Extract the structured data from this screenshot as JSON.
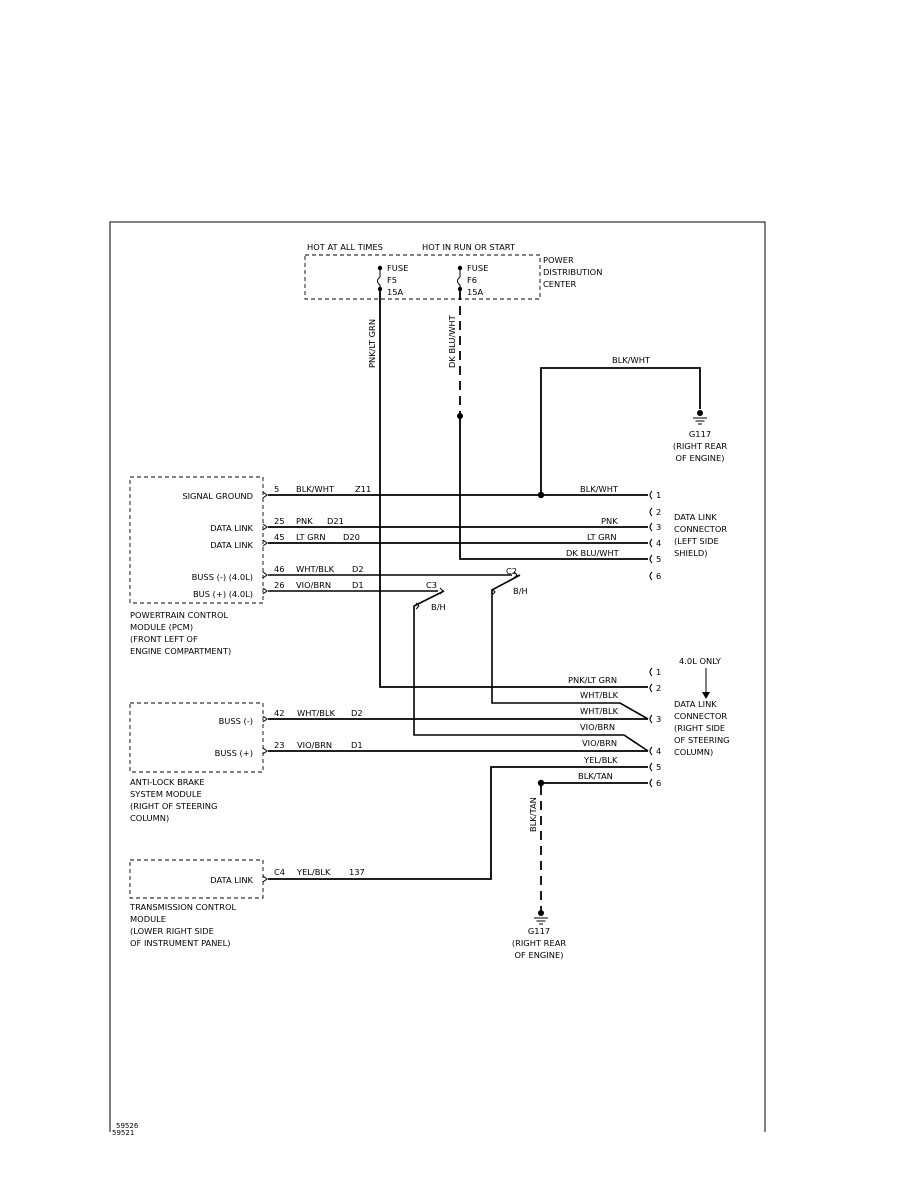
{
  "pdc": {
    "hot_at_all_times": "HOT AT ALL TIMES",
    "hot_in_run_or_start": "HOT IN RUN OR START",
    "title_line1": "POWER",
    "title_line2": "DISTRIBUTION",
    "title_line3": "CENTER",
    "fuse_f5": {
      "label": "FUSE",
      "id": "F5",
      "rating": "15A"
    },
    "fuse_f6": {
      "label": "FUSE",
      "id": "F6",
      "rating": "15A"
    }
  },
  "wires": {
    "pnk_lt_grn": "PNK/LT GRN",
    "dk_blu_wht": "DK BLU/WHT",
    "blk_wht": "BLK/WHT",
    "blk_tan": "BLK/TAN"
  },
  "ground_top": {
    "id": "G117",
    "line1": "(RIGHT REAR",
    "line2": "OF ENGINE)"
  },
  "ground_bottom": {
    "id": "G117",
    "line1": "(RIGHT REAR",
    "line2": "OF ENGINE)"
  },
  "pcm": {
    "pins": [
      {
        "name": "SIGNAL GROUND",
        "pin": "5",
        "color": "BLK/WHT",
        "circuit": "Z11"
      },
      {
        "name": "DATA LINK",
        "pin": "25",
        "color": "PNK",
        "circuit": "D21"
      },
      {
        "name": "DATA LINK",
        "pin": "45",
        "color": "LT GRN",
        "circuit": "D20"
      },
      {
        "name": "BUSS (-) (4.0L)",
        "pin": "46",
        "color": "WHT/BLK",
        "circuit": "D2"
      },
      {
        "name": "BUS (+) (4.0L)",
        "pin": "26",
        "color": "VIO/BRN",
        "circuit": "D1"
      }
    ],
    "caption": [
      "POWERTRAIN CONTROL",
      "MODULE (PCM)",
      "(FRONT LEFT OF",
      "ENGINE COMPARTMENT)"
    ]
  },
  "splices": {
    "c3": {
      "id": "C3",
      "code": "B/H"
    },
    "c2": {
      "id": "C2",
      "code": "B/H"
    }
  },
  "dlc_left": {
    "caption": [
      "DATA LINK",
      "CONNECTOR",
      "(LEFT SIDE",
      "SHIELD)"
    ],
    "wire_labels": [
      "BLK/WHT",
      "PNK",
      "LT GRN",
      "DK BLU/WHT"
    ],
    "pins": [
      "1",
      "2",
      "3",
      "4",
      "5",
      "6"
    ]
  },
  "dlc_right": {
    "note": "4.0L ONLY",
    "caption": [
      "DATA LINK",
      "CONNECTOR",
      "(RIGHT SIDE",
      "OF STEERING",
      "COLUMN)"
    ],
    "wire_labels": [
      "PNK/LT GRN",
      "WHT/BLK",
      "WHT/BLK",
      "VIO/BRN",
      "VIO/BRN",
      "YEL/BLK",
      "BLK/TAN"
    ],
    "pins": [
      "1",
      "2",
      "3",
      "4",
      "5",
      "6"
    ]
  },
  "abs": {
    "pins": [
      {
        "name": "BUSS (-)",
        "pin": "42",
        "color": "WHT/BLK",
        "circuit": "D2"
      },
      {
        "name": "BUSS (+)",
        "pin": "23",
        "color": "VIO/BRN",
        "circuit": "D1"
      }
    ],
    "caption": [
      "ANTI-LOCK BRAKE",
      "SYSTEM MODULE",
      "(RIGHT OF STEERING",
      "COLUMN)"
    ]
  },
  "tcm": {
    "pins": [
      {
        "name": "DATA LINK",
        "pin": "C4",
        "color": "YEL/BLK",
        "circuit": "137"
      }
    ],
    "caption": [
      "TRANSMISSION CONTROL",
      "MODULE",
      "(LOWER RIGHT SIDE",
      "OF INSTRUMENT PANEL)"
    ]
  },
  "figure_ids": [
    "59526",
    "59521"
  ]
}
